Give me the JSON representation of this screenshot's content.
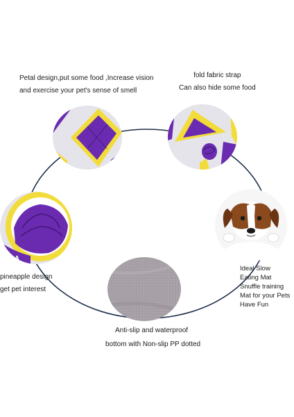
{
  "captions": {
    "petal": {
      "line1": "Petal design,put some food ,Increase vision",
      "line2": "and exercise your pet's sense of smell"
    },
    "strap": {
      "line1": "fold fabric strap",
      "line2": "Can also hide some food"
    },
    "pineapple": {
      "line1": "pineapple design",
      "line2": "get pet interest"
    },
    "mat": {
      "line1": "Ideal Slow",
      "line2": "Eating Mat",
      "line3": "Snuffle training",
      "line4": "Mat for your Pets",
      "line5": "Have Fun"
    },
    "bottom": {
      "line1": "Anti-slip and waterproof",
      "line2": "bottom with Non-slip PP dotted"
    }
  },
  "colors": {
    "purple": "#6a2bb0",
    "yellow": "#f2dc3a",
    "ring": "#1f2e4d",
    "fabric": "#e4e4ea",
    "bottom_fabric": "#a9a2a8"
  }
}
